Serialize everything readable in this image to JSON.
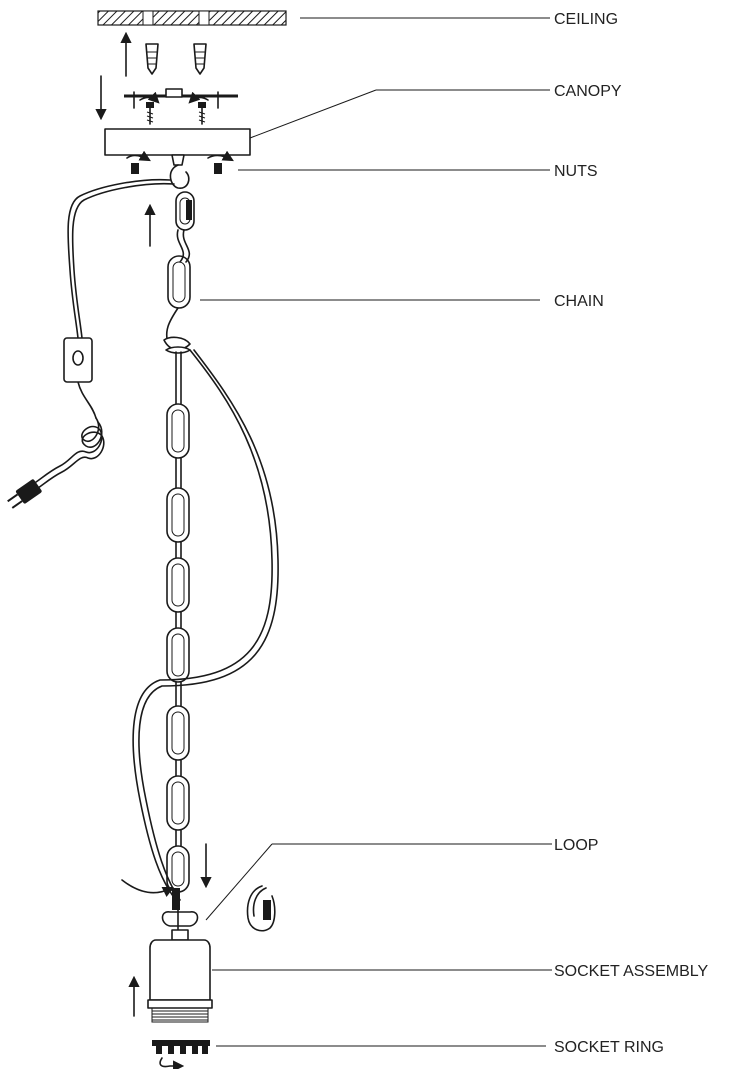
{
  "labels": {
    "ceiling": "CEILING",
    "canopy": "CANOPY",
    "nuts": "NUTS",
    "chain": "CHAIN",
    "loop": "LOOP",
    "socket_assembly": "SOCKET ASSEMBLY",
    "socket_ring": "SOCKET RING"
  },
  "colors": {
    "ink": "#1a1a1a",
    "background": "#ffffff"
  }
}
